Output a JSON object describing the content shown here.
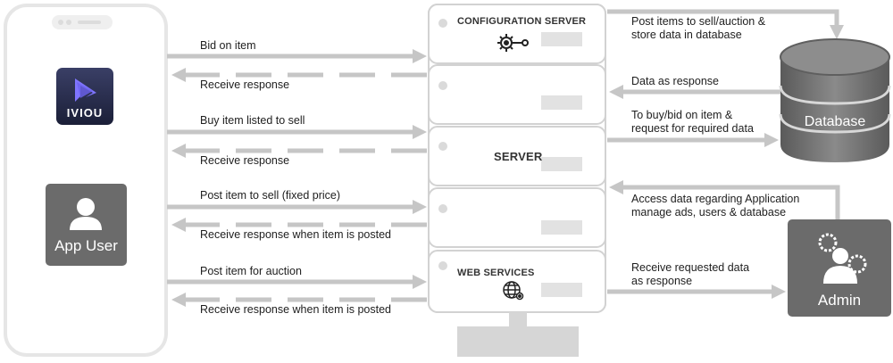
{
  "app_brand": "IVIOU",
  "app_user_label": "App User",
  "servers": {
    "configuration": "CONFIGURATION SERVER",
    "main": "SERVER",
    "web": "WEB SERVICES"
  },
  "database_label": "Database",
  "admin_label": "Admin",
  "user_flows": {
    "bid": "Bid on item",
    "resp1": "Receive response",
    "buy": "Buy item listed to sell",
    "resp2": "Receive response",
    "post_fixed": "Post item to sell (fixed price)",
    "resp3": "Receive response when item is posted",
    "post_auction": "Post item for auction",
    "resp4": "Receive response when item is posted"
  },
  "server_flows": {
    "post_items": [
      "Post items to sell/auction &",
      "store data in database"
    ],
    "data_response": "Data as response",
    "to_buy": [
      "To buy/bid on item &",
      "request for required data"
    ],
    "access": [
      "Access data regarding Application",
      "manage ads, users & database"
    ],
    "receive_req": [
      "Receive requested data",
      "as response"
    ]
  },
  "colors": {
    "arrow": "#c6c6c6",
    "dark_box": "#6b6b6b",
    "logo_bg": "#252a47",
    "logo_accent": "#8a7cff"
  }
}
